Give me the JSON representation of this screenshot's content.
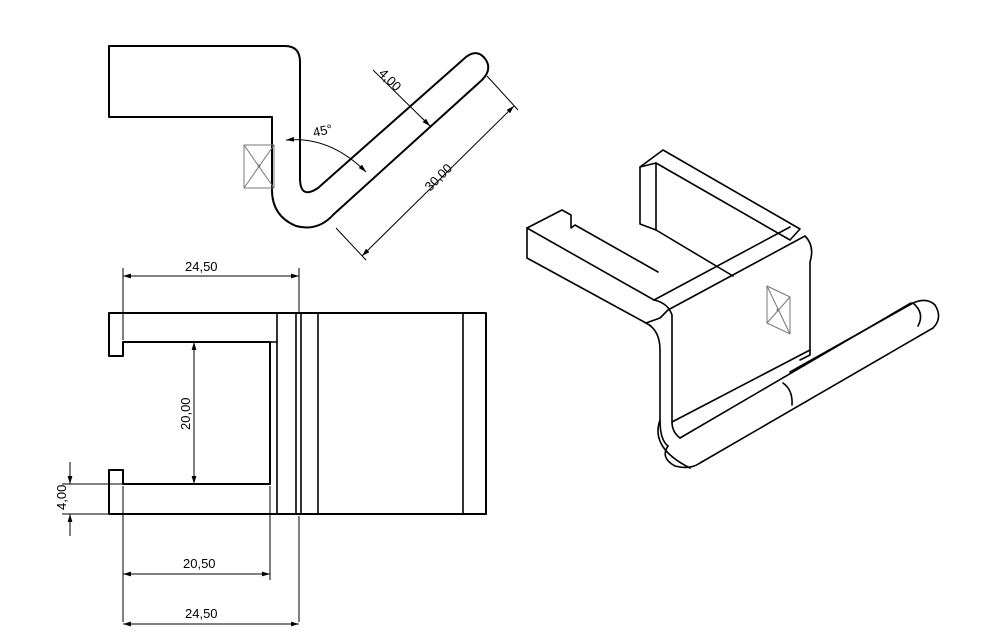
{
  "top_view": {
    "thickness_dim": "4,00",
    "angle_dim": "45°",
    "length_dim": "30,00"
  },
  "front_view": {
    "top_width_dim": "24,50",
    "opening_height_dim": "20,00",
    "lip_height_dim": "4,00",
    "bottom_inner_dim": "20,50",
    "bottom_width_dim": "24,50"
  }
}
